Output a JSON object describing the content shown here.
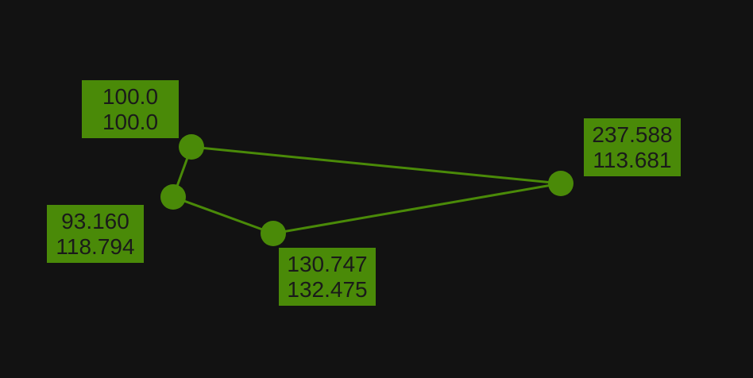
{
  "theme": {
    "background": "#121212",
    "accent": "#4a8a08",
    "text": "#1a1a1a"
  },
  "nodes": [
    {
      "id": "node-1",
      "x": "100.0",
      "y": "100.0"
    },
    {
      "id": "node-2",
      "x": "93.160",
      "y": "118.794"
    },
    {
      "id": "node-3",
      "x": "130.747",
      "y": "132.475"
    },
    {
      "id": "node-4",
      "x": "237.588",
      "y": "113.681"
    }
  ],
  "edges": [
    [
      "node-1",
      "node-2"
    ],
    [
      "node-2",
      "node-3"
    ],
    [
      "node-3",
      "node-4"
    ],
    [
      "node-4",
      "node-1"
    ]
  ]
}
